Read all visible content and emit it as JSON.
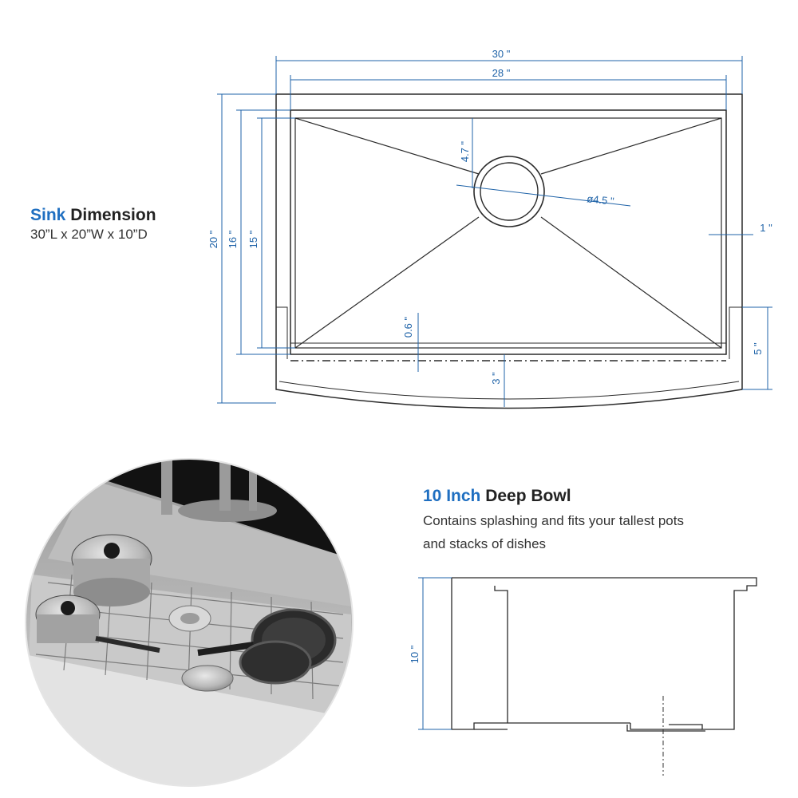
{
  "sink_panel": {
    "title_highlight": "Sink",
    "title_rest": " Dimension",
    "subtitle": "30”L x 20”W x 10”D"
  },
  "bowl_panel": {
    "title_highlight": "10 Inch",
    "title_rest": " Deep Bowl",
    "description_line1": "Contains splashing and fits your tallest pots",
    "description_line2": "and stacks of dishes"
  },
  "dimensions": {
    "outer_width": "30 \"",
    "inner_width": "28 \"",
    "outer_depth": "20 \"",
    "mid_depth": "16 \"",
    "inner_depth": "15 \"",
    "drain_offset": "4.7 \"",
    "drain_diameter": "ø4.5 \"",
    "rim": "1 \"",
    "ledge": "0.6 \"",
    "apron_drop": "3 \"",
    "apron_height": "5 \"",
    "bowl_depth": "10 \""
  },
  "colors": {
    "accent": "#1f6fc1",
    "dimension": "#1f63a8",
    "outline": "#2a2a2a"
  }
}
